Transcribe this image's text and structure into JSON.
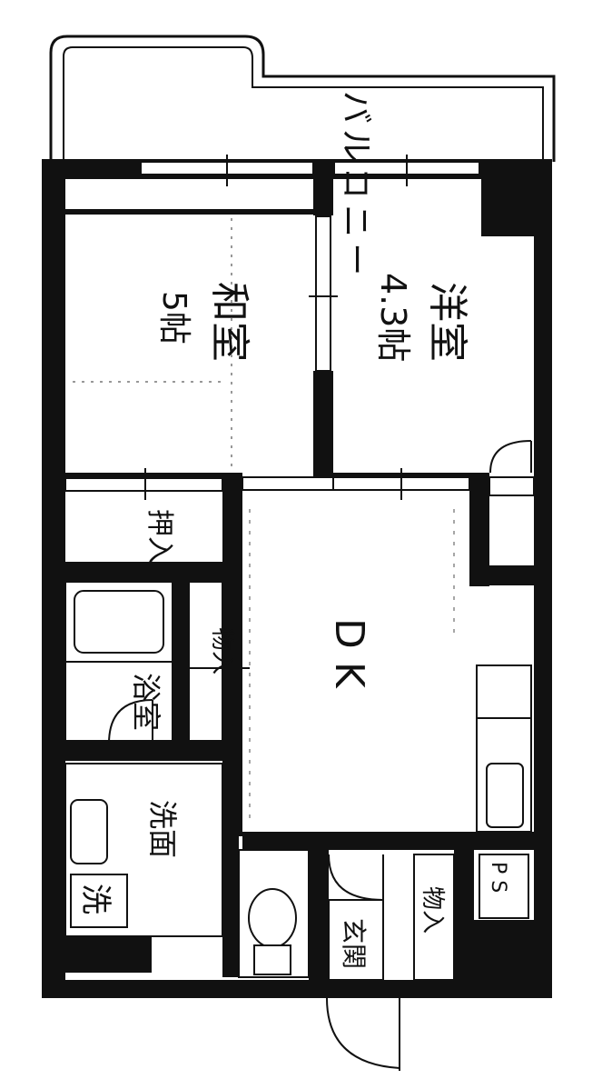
{
  "rooms": {
    "balcony": "バルコニー",
    "washitsu": {
      "name": "和室",
      "size": "5帖"
    },
    "youshitsu": {
      "name": "洋室",
      "size": "4.3帖"
    },
    "oshiire": "押入",
    "shunou_bath_side": "物入",
    "dk": "D K",
    "bath": "浴室",
    "senmen": "洗面",
    "sentaku": "洗",
    "shunou_entrance": "物入",
    "genkan": "玄関",
    "ps": "P S"
  }
}
